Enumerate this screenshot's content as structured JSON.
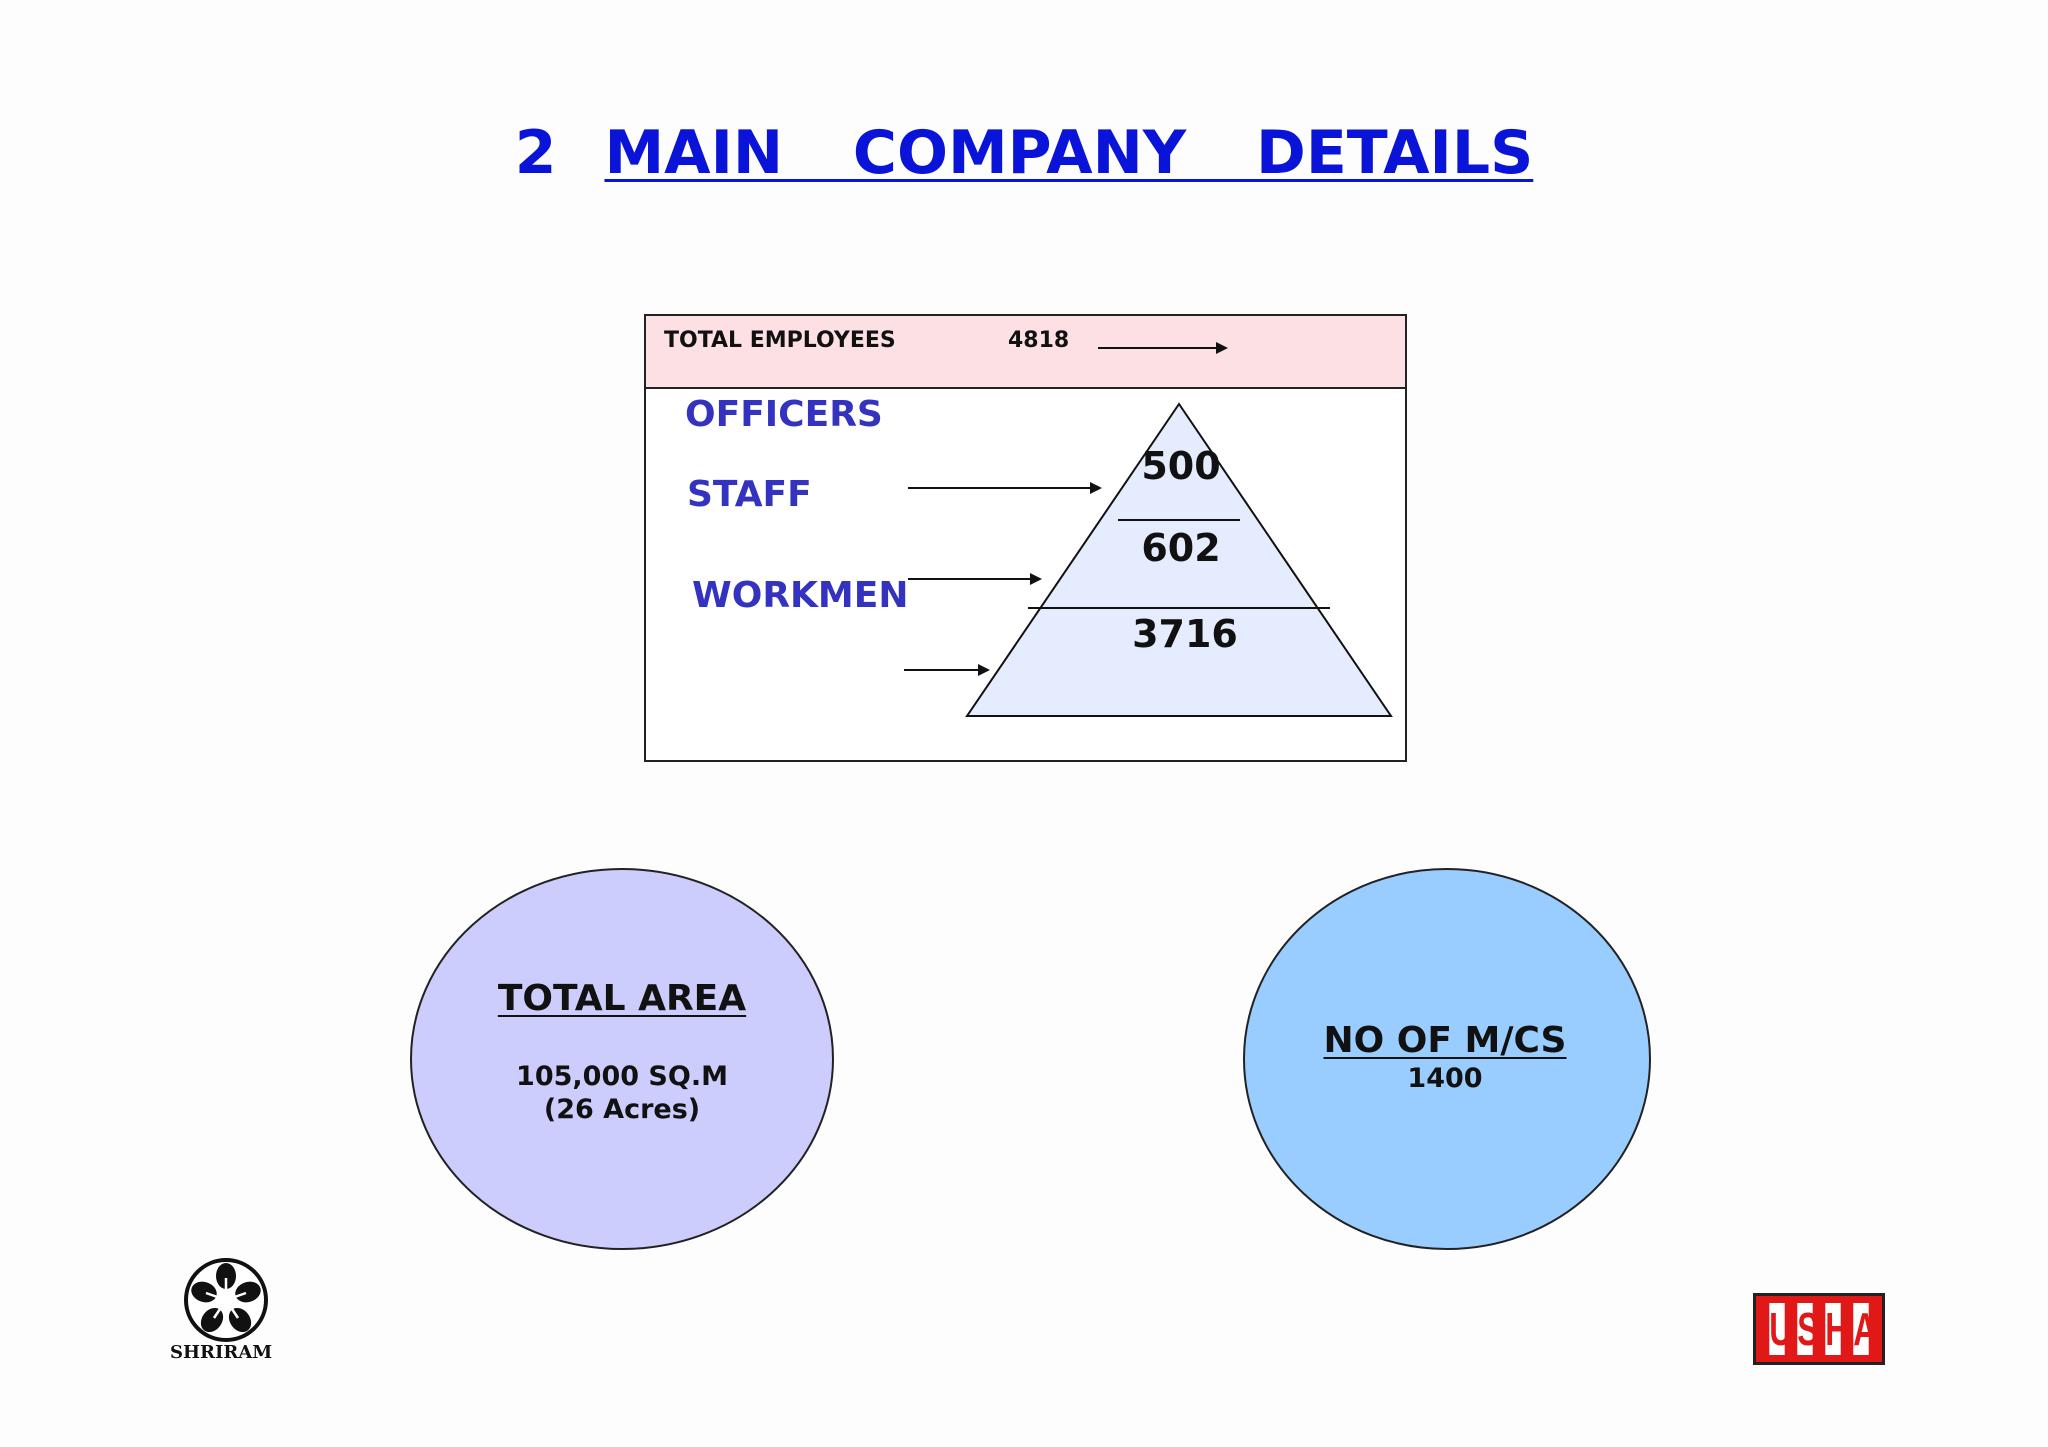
{
  "title": {
    "number": "2",
    "text": "MAIN  COMPANY  DETAILS"
  },
  "employees": {
    "label": "TOTAL EMPLOYEES",
    "total": "4818",
    "levels": [
      {
        "label": "OFFICERS",
        "value": "500"
      },
      {
        "label": "STAFF",
        "value": "602"
      },
      {
        "label": "WORKMEN",
        "value": "3716"
      }
    ]
  },
  "area": {
    "heading": "TOTAL AREA",
    "value": "105,000 SQ.M",
    "sub": "(26 Acres)"
  },
  "machines": {
    "heading": "NO OF M/CS",
    "value": "1400"
  },
  "logos": {
    "left": "SHRIRAM",
    "right": "USHA"
  },
  "colors": {
    "title": "#0a14d8",
    "header_band": "#fde0e4",
    "pyramid_fill": "#e4ecfd",
    "area_circle": "#ccccfd",
    "machines_circle": "#99ccff",
    "level_labels": "#3333c0",
    "usha_red": "#e01818"
  }
}
